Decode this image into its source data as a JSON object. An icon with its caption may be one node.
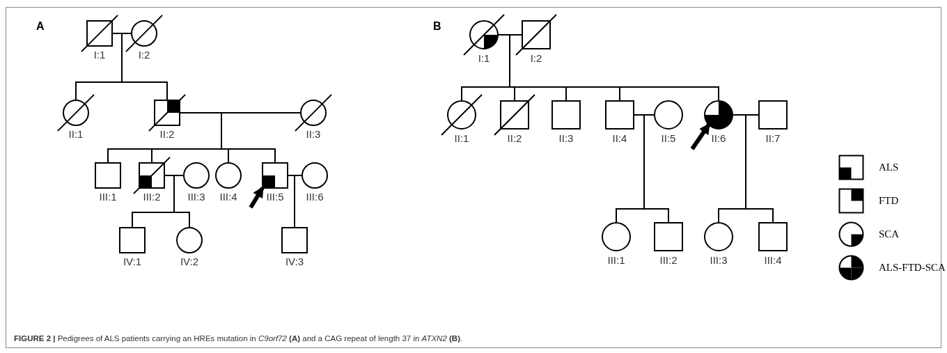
{
  "diagram": {
    "caption": "**FIGURE 2 |** Pedigrees of ALS patients carrying an HREs mutation in *C9orf72* **(A)** and a CAG repeat of length 37 in *ATXN2* **(B)**.",
    "nodes": [
      {
        "text": [
          "I:1"
        ]
      },
      {
        "text": [
          "I:2"
        ]
      },
      {
        "text": [
          "II:1"
        ]
      },
      {
        "text": [
          "II:2"
        ]
      },
      {
        "text": [
          "II:3"
        ]
      },
      {
        "text": [
          "III:1"
        ]
      },
      {
        "text": [
          "III:2"
        ]
      },
      {
        "text": [
          "III:3"
        ]
      },
      {
        "text": [
          "III:4"
        ]
      },
      {
        "text": [
          "III:5"
        ]
      },
      {
        "text": [
          "III:6"
        ]
      },
      {
        "text": [
          "IV:1"
        ]
      },
      {
        "text": [
          "IV:2"
        ]
      },
      {
        "text": [
          "IV:3"
        ]
      },
      {
        "text": [
          "I:1"
        ]
      },
      {
        "text": [
          "I:2"
        ]
      },
      {
        "text": [
          "II:1"
        ]
      },
      {
        "text": [
          "II:2"
        ]
      },
      {
        "text": [
          "II:3"
        ]
      },
      {
        "text": [
          "II:4"
        ]
      },
      {
        "text": [
          "II:5"
        ]
      },
      {
        "text": [
          "II:6"
        ]
      },
      {
        "text": [
          "II:7"
        ]
      },
      {
        "text": [
          "III:1"
        ]
      },
      {
        "text": [
          "III:2"
        ]
      },
      {
        "text": [
          "III:3"
        ]
      },
      {
        "text": [
          "III:4"
        ]
      }
    ],
    "edges": [
      {
        "from": 0,
        "to": 1,
        "arrow": "none"
      },
      {
        "from": 0,
        "to": 2,
        "arrow": "none"
      },
      {
        "from": 1,
        "to": 2,
        "arrow": "none"
      },
      {
        "from": 0,
        "to": 3,
        "arrow": "none"
      },
      {
        "from": 1,
        "to": 3,
        "arrow": "none"
      },
      {
        "from": 3,
        "to": 4,
        "arrow": "none"
      },
      {
        "from": 3,
        "to": 5,
        "arrow": "none"
      },
      {
        "from": 4,
        "to": 5,
        "arrow": "none"
      },
      {
        "from": 3,
        "to": 6,
        "arrow": "none"
      },
      {
        "from": 4,
        "to": 6,
        "arrow": "none"
      },
      {
        "from": 3,
        "to": 8,
        "arrow": "none"
      },
      {
        "from": 4,
        "to": 8,
        "arrow": "none"
      },
      {
        "from": 3,
        "to": 9,
        "arrow": "none"
      },
      {
        "from": 4,
        "to": 9,
        "arrow": "none"
      },
      {
        "from": 6,
        "to": 7,
        "arrow": "none"
      },
      {
        "from": 6,
        "to": 11,
        "arrow": "none"
      },
      {
        "from": 7,
        "to": 11,
        "arrow": "none"
      },
      {
        "from": 6,
        "to": 12,
        "arrow": "none"
      },
      {
        "from": 7,
        "to": 12,
        "arrow": "none"
      },
      {
        "from": 9,
        "to": 10,
        "arrow": "none"
      },
      {
        "from": 9,
        "to": 13,
        "arrow": "none"
      },
      {
        "from": 10,
        "to": 13,
        "arrow": "none"
      },
      {
        "from": 14,
        "to": 15,
        "arrow": "none"
      },
      {
        "from": 14,
        "to": 16,
        "arrow": "none"
      },
      {
        "from": 15,
        "to": 16,
        "arrow": "none"
      },
      {
        "from": 14,
        "to": 17,
        "arrow": "none"
      },
      {
        "from": 15,
        "to": 17,
        "arrow": "none"
      },
      {
        "from": 14,
        "to": 18,
        "arrow": "none"
      },
      {
        "from": 15,
        "to": 18,
        "arrow": "none"
      },
      {
        "from": 14,
        "to": 19,
        "arrow": "none"
      },
      {
        "from": 15,
        "to": 19,
        "arrow": "none"
      },
      {
        "from": 14,
        "to": 21,
        "arrow": "none"
      },
      {
        "from": 15,
        "to": 21,
        "arrow": "none"
      },
      {
        "from": 19,
        "to": 20,
        "arrow": "none"
      },
      {
        "from": 19,
        "to": 23,
        "arrow": "none"
      },
      {
        "from": 20,
        "to": 23,
        "arrow": "none"
      },
      {
        "from": 19,
        "to": 24,
        "arrow": "none"
      },
      {
        "from": 20,
        "to": 24,
        "arrow": "none"
      },
      {
        "from": 21,
        "to": 22,
        "arrow": "none"
      },
      {
        "from": 21,
        "to": 25,
        "arrow": "none"
      },
      {
        "from": 22,
        "to": 25,
        "arrow": "none"
      },
      {
        "from": 21,
        "to": 26,
        "arrow": "none"
      },
      {
        "from": 22,
        "to": 26,
        "arrow": "none"
      },
      {
        "from": null,
        "to": 9,
        "arrow": "to",
        "style": "thick"
      },
      {
        "from": null,
        "to": 21,
        "arrow": "to",
        "style": "thick"
      }
    ],
    "labels": [
      "A",
      "B"
    ],
    "legend": [
      {
        "text": "ALS"
      },
      {
        "text": "FTD"
      },
      {
        "text": "SCA"
      },
      {
        "text": "ALS-FTD-SCA"
      }
    ]
  }
}
